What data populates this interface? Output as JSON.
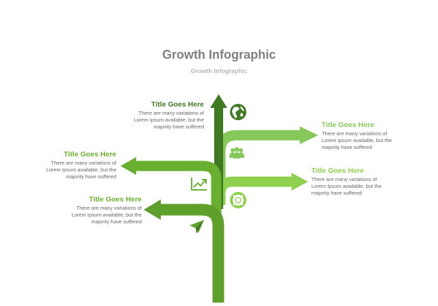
{
  "header": {
    "title": "Growth Infographic",
    "subtitle": "Growth Infographic"
  },
  "colors": {
    "dark": "#3f7a22",
    "mid": "#6ab030",
    "light": "#86c859",
    "lime": "#8fd14f",
    "trunk": "#5fa02c"
  },
  "items": [
    {
      "title": "Title Goes Here",
      "body": [
        "There are many variations of",
        "Lorem Ipsum available, but the",
        "majority have suffered"
      ],
      "icon": "globe-icon"
    },
    {
      "title": "Title Goes Here",
      "body": [
        "There are many variations of",
        "Lorem Ipsum available, but the",
        "majority have suffered"
      ],
      "icon": "people-icon"
    },
    {
      "title": "Title Goes Here",
      "body": [
        "There are many variations of",
        "Lorem Ipsum available, but the",
        "majority have suffered"
      ],
      "icon": "trend-chart-icon"
    },
    {
      "title": "Title Goes Here",
      "body": [
        "There are many variations of",
        "Lorem Ipsum available, but the",
        "majority have suffered"
      ],
      "icon": "lifebuoy-icon"
    },
    {
      "title": "Title Goes Here",
      "body": [
        "There are many variations of",
        "Lorem Ipsum available, but the",
        "majority have suffered"
      ],
      "icon": "paper-plane-icon"
    }
  ]
}
